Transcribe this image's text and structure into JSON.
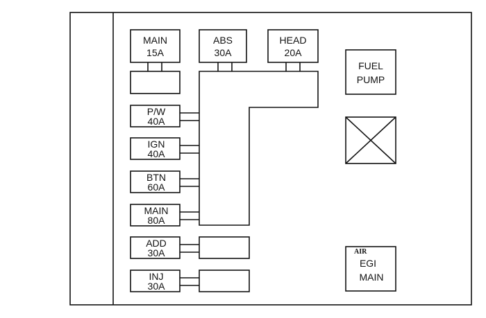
{
  "top_fuses": [
    {
      "name": "MAIN",
      "rating": "15A"
    },
    {
      "name": "ABS",
      "rating": "30A"
    },
    {
      "name": "HEAD",
      "rating": "20A"
    }
  ],
  "side_fuses": [
    {
      "name": "P/W",
      "rating": "40A"
    },
    {
      "name": "IGN",
      "rating": "40A"
    },
    {
      "name": "BTN",
      "rating": "60A"
    },
    {
      "name": "MAIN",
      "rating": "80A"
    },
    {
      "name": "ADD",
      "rating": "30A"
    },
    {
      "name": "INJ",
      "rating": "30A"
    }
  ],
  "relays": {
    "fuel_pump": [
      "FUEL",
      "PUMP"
    ],
    "egi_main": {
      "tag": "AIR",
      "lines": [
        "EGI",
        "MAIN"
      ]
    }
  }
}
